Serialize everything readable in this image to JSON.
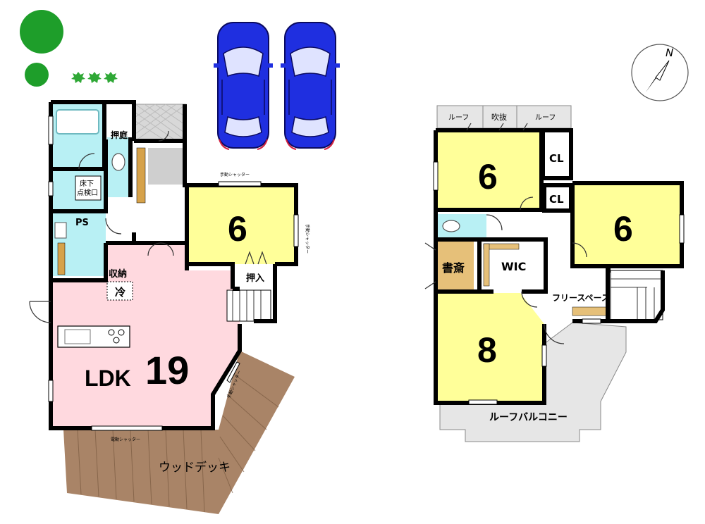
{
  "floor1": {
    "ldk_prefix": "LDK",
    "ldk_size": "19",
    "room6": "6",
    "labels": {
      "oshiniwa": "押庭",
      "yukashita_1": "床下",
      "yukashita_2": "点検口",
      "ps": "PS",
      "shuno": "収納",
      "rei": "冷",
      "oshiire": "押入",
      "wood_deck": "ウッドデッキ"
    },
    "shutters": {
      "manual_top": "手動シャッター",
      "manual_right": "手動シャッター",
      "manual_diag": "手動シャッター",
      "electric_bottom": "電動シャッター"
    }
  },
  "floor2": {
    "room6_left": "6",
    "room6_right": "6",
    "room8": "8",
    "labels": {
      "roof_left": "ルーフ",
      "fukinuke": "吹抜",
      "roof_right": "ルーフ",
      "cl1": "CL",
      "cl2": "CL",
      "shosai": "書斎",
      "wic": "WIC",
      "free_space": "フリースペース",
      "roof_balcony": "ルーフバルコニー"
    }
  },
  "compass": {
    "north": "N"
  },
  "colors": {
    "yellow_room": "#ffff99",
    "pink_ldk": "#ffd9df",
    "water_blue": "#b8f0f4",
    "deck_brown": "#a98467",
    "study_tan": "#e6c079",
    "balcony_gray": "#e6e6e6",
    "car_blue": "#1f2fe0",
    "tree_green": "#1e9e2a"
  }
}
